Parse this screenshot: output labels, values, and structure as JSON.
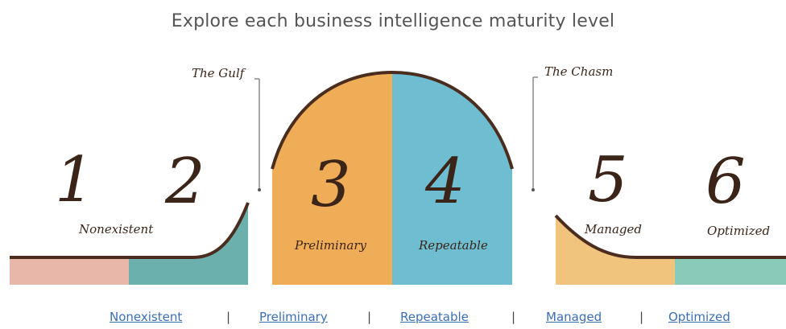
{
  "heading": "Explore each business intelligence maturity level",
  "annotations": {
    "gulf": "The Gulf",
    "chasm": "The Chasm"
  },
  "levels": [
    {
      "number": "1",
      "label": "Nonexistent"
    },
    {
      "number": "2",
      "label": ""
    },
    {
      "number": "3",
      "label": "Preliminary"
    },
    {
      "number": "4",
      "label": "Repeatable"
    },
    {
      "number": "5",
      "label": "Managed"
    },
    {
      "number": "6",
      "label": "Optimized"
    }
  ],
  "colors": {
    "pink": "#e8b7aa",
    "teal_dark": "#6bb0ad",
    "orange": "#f0ad58",
    "blue": "#6ebdd0",
    "teal_light": "#88cbb9",
    "curve": "#4a2d1e"
  },
  "nav": {
    "links": [
      "Nonexistent",
      "Preliminary",
      "Repeatable",
      "Managed",
      "Optimized"
    ],
    "separator": "|"
  }
}
